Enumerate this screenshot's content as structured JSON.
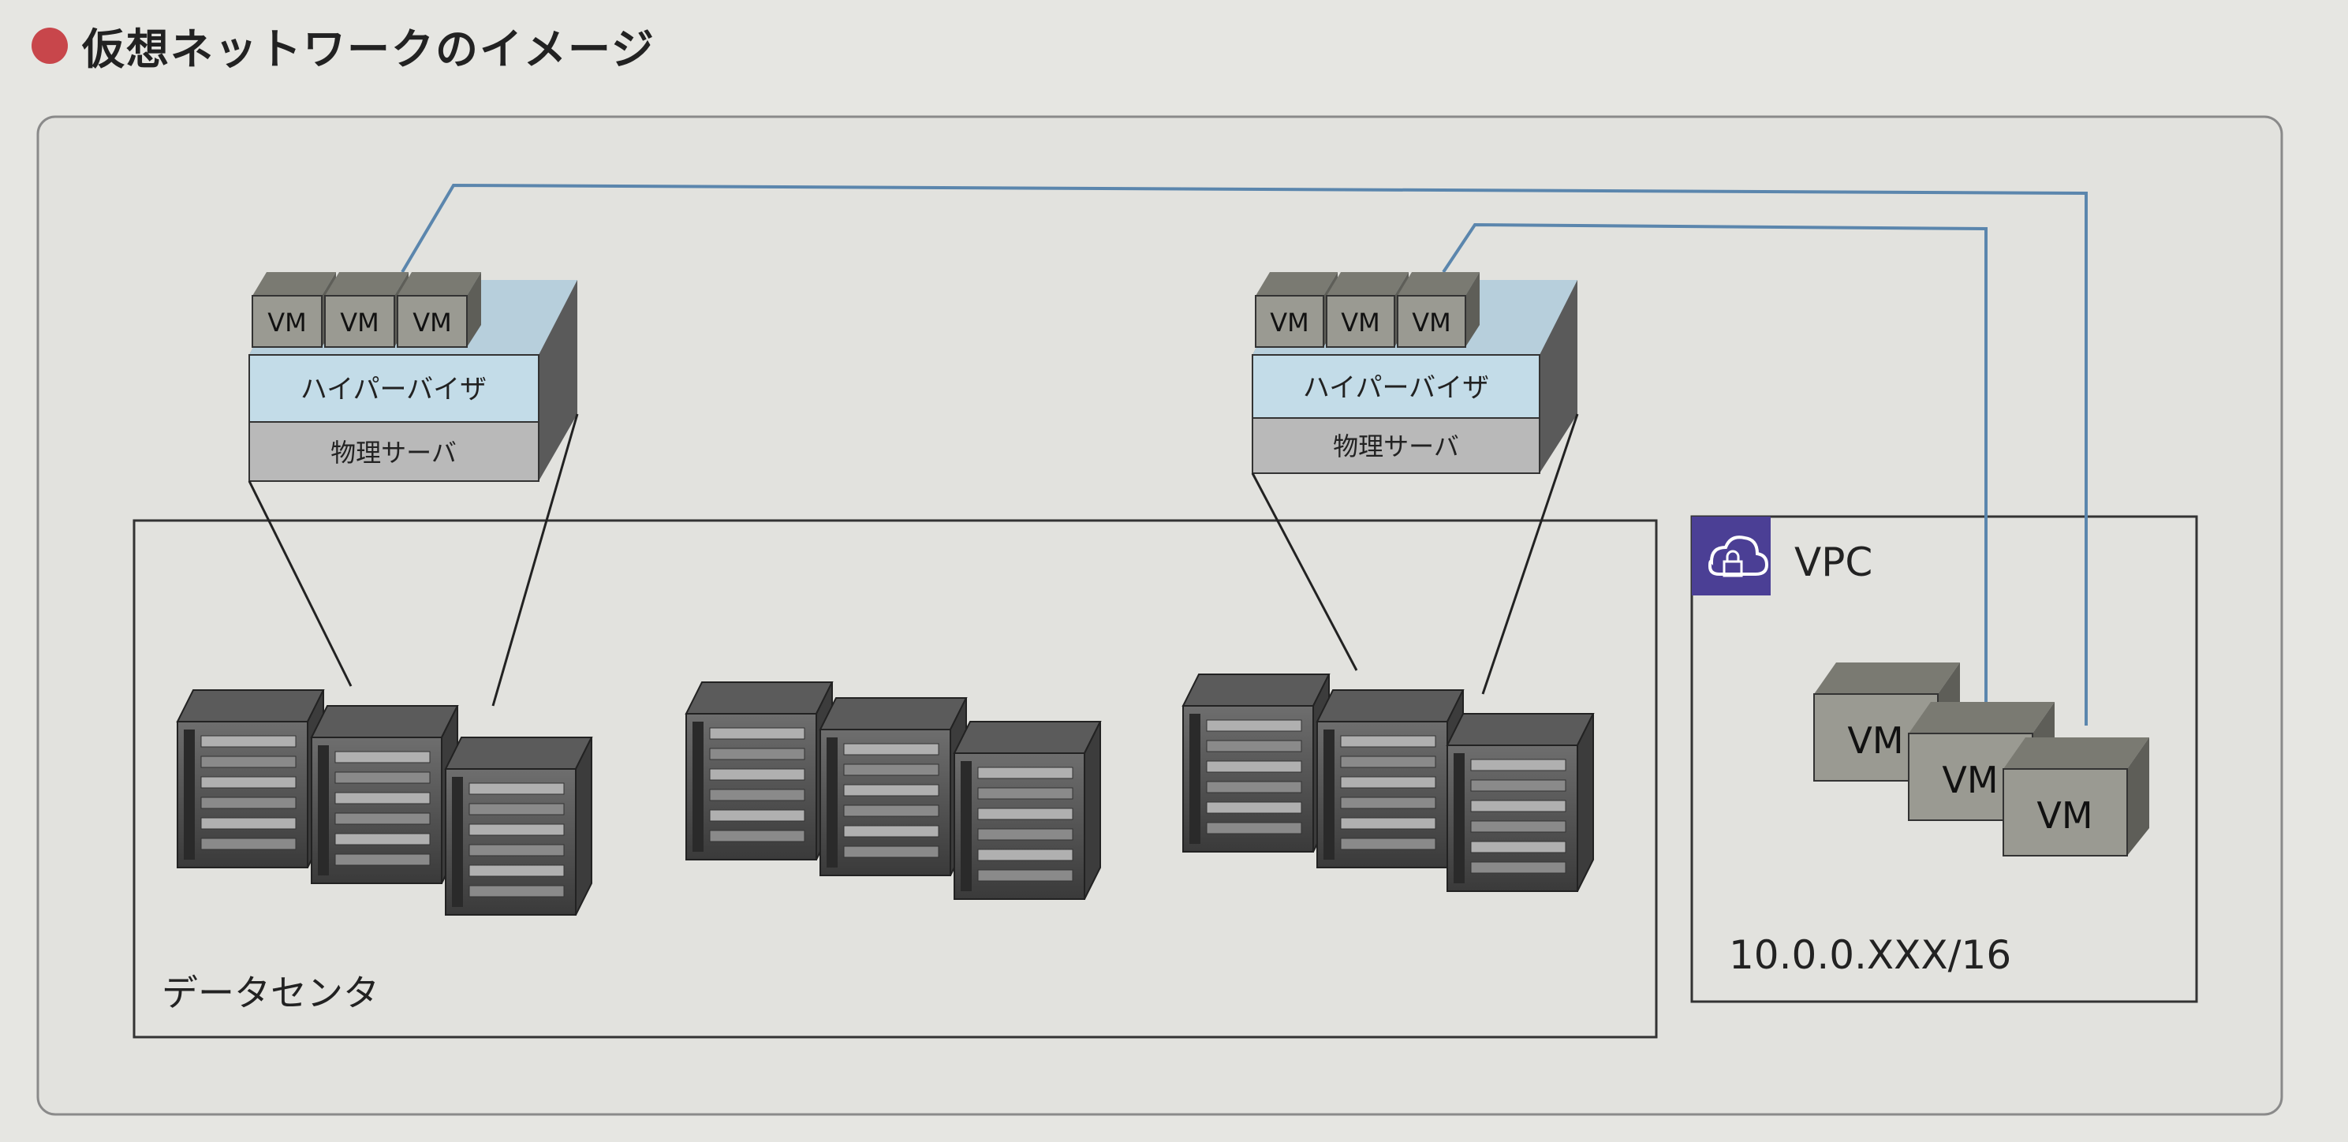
{
  "title": "仮想ネットワークのイメージ",
  "hosts": [
    {
      "vms": [
        "VM",
        "VM",
        "VM"
      ],
      "hypervisor": "ハイパーバイザ",
      "server": "物理サーバ"
    },
    {
      "vms": [
        "VM",
        "VM",
        "VM"
      ],
      "hypervisor": "ハイパーバイザ",
      "server": "物理サーバ"
    }
  ],
  "datacenter": {
    "label": "データセンタ"
  },
  "vpc": {
    "label": "VPC",
    "cidr": "10.0.0.XXX/16",
    "vms": [
      "VM",
      "VM",
      "VM"
    ],
    "icon": "vpc-cloud-lock-icon"
  },
  "colors": {
    "accent_dot": "#c8464b",
    "hypervisor": "#c3dce8",
    "server_layer": "#b9b9b9",
    "vm": "#9a9a92",
    "connection_line": "#5b86ad",
    "vpc_badge": "#4b3f95"
  }
}
